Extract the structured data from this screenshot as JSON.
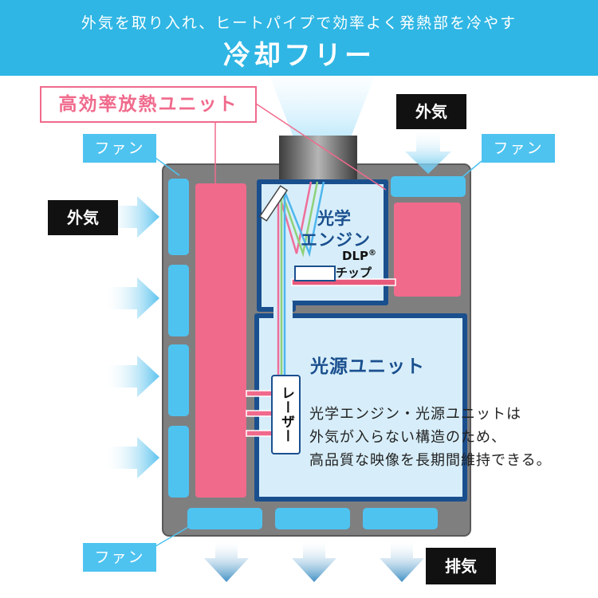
{
  "header": {
    "subtitle": "外気を取り入れ、ヒートパイプで効率よく発熱部を冷やす",
    "title": "冷却フリー"
  },
  "labels": {
    "heat_unit": "高効率放熱ユニット",
    "outside_air_top": "外気",
    "outside_air_left": "外気",
    "exhaust": "排気",
    "fan_top_left": "ファン",
    "fan_top_right": "ファン",
    "fan_bottom": "ファン",
    "optical_engine_line1": "光学",
    "optical_engine_line2": "エンジン",
    "dlp": "DLP",
    "dlp_mark": "®",
    "chip": "チップ",
    "light_source_unit": "光源ユニット",
    "laser": "レーザー"
  },
  "description": {
    "line1": "光学エンジン・光源ユニットは",
    "line2": "外気が入らない構造のため、",
    "line3": "高品質な映像を長期間維持できる。"
  },
  "colors": {
    "header_bg": "#2fb6e4",
    "fan_blue": "#4ec3f0",
    "heat_pink": "#f06a8c",
    "frame_gray": "#7f7f80",
    "unit_navy": "#1a4f8e",
    "unit_fill": "#d7eefa"
  }
}
